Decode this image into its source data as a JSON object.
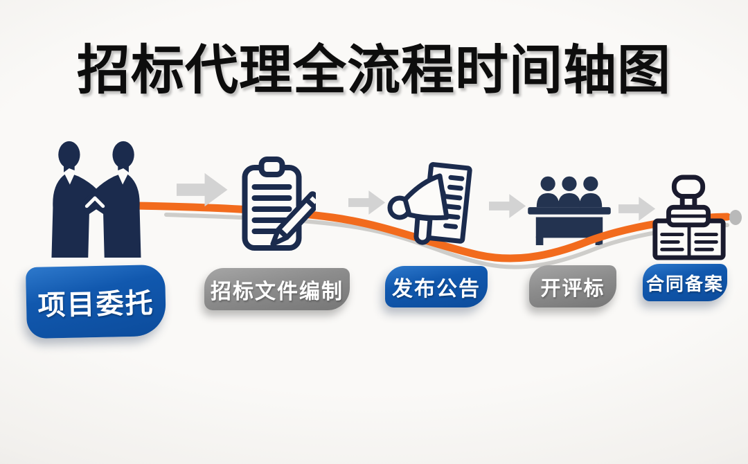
{
  "title": "招标代理全流程时间轴图",
  "stages": [
    {
      "label": "项目委托",
      "variant": "blue",
      "icon": "handshake-icon"
    },
    {
      "label": "招标文件编制",
      "variant": "gray",
      "icon": "clipboard-pencil-icon"
    },
    {
      "label": "发布公告",
      "variant": "blue",
      "icon": "megaphone-announcement-icon"
    },
    {
      "label": "开评标",
      "variant": "gray",
      "icon": "evaluation-committee-icon"
    },
    {
      "label": "合同备案",
      "variant": "blue",
      "icon": "contract-stamp-icon"
    }
  ],
  "timeline": {
    "connector_icon": "arrow-right-icon",
    "end_marker": "gray-dot"
  },
  "colors": {
    "label-blue": "#1158ae",
    "label-gray": "#8c8c8c",
    "line-orange": "#f26b1d",
    "line-shadow": "#c6c5c2",
    "icon-navy": "#1b2b4d",
    "icon-ink": "#1a1b2e",
    "title-black": "#0d0d0d",
    "arrow-gray": "#d3d3d3",
    "dot-gray": "#b9b9b9",
    "paper-white": "#fcfbf9"
  }
}
